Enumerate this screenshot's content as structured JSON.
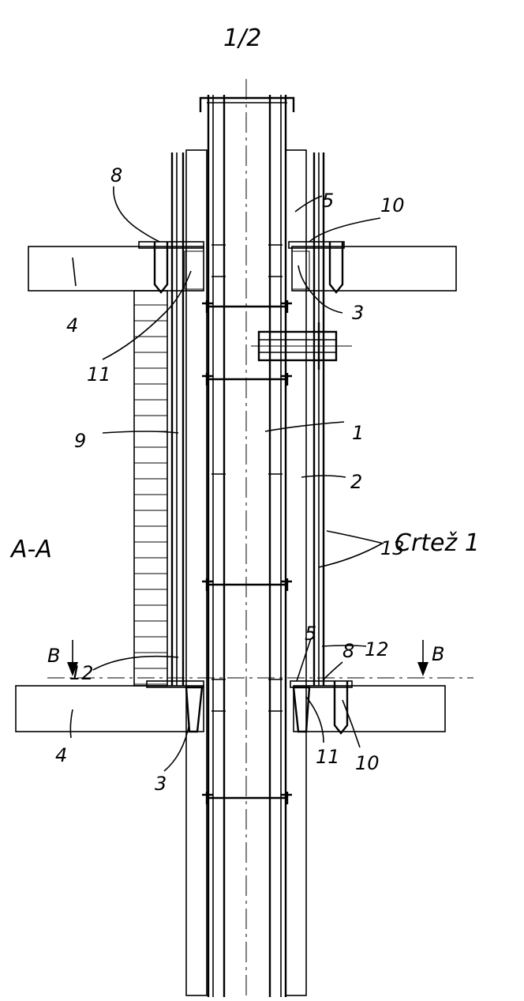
{
  "sheet": {
    "page_number": "1/2",
    "section_label": "A-A",
    "drawing_title": "Crtež 1",
    "section_marker": "B"
  },
  "callouts": {
    "c1": "1",
    "c2": "2",
    "c3_right": "3",
    "c3_bottom": "3",
    "c4_top": "4",
    "c4_bottom": "4",
    "c5_top": "5",
    "c5_bottom": "5",
    "c8_top": "8",
    "c8_bottom": "8",
    "c9": "9",
    "c10_top": "10",
    "c10_bottom": "10",
    "c11_top": "11",
    "c11_bottom": "11",
    "c12_left": "12",
    "c12_right": "12",
    "c13": "13"
  }
}
